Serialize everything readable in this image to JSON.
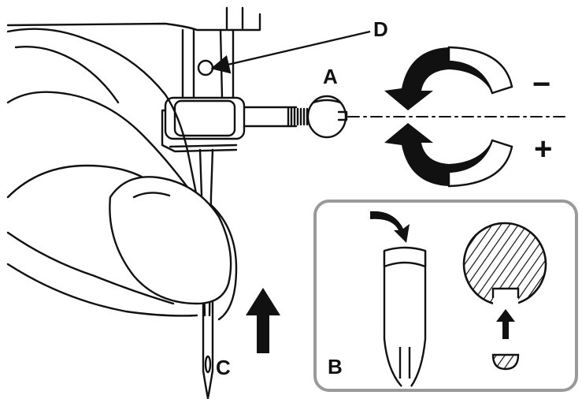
{
  "diagram": {
    "labels": {
      "a": "A",
      "b": "B",
      "c": "C",
      "d": "D",
      "minus": "−",
      "plus": "+"
    },
    "colors": {
      "ink": "#111111",
      "frame": "#9a9a9a",
      "background": "#ffffff"
    }
  }
}
